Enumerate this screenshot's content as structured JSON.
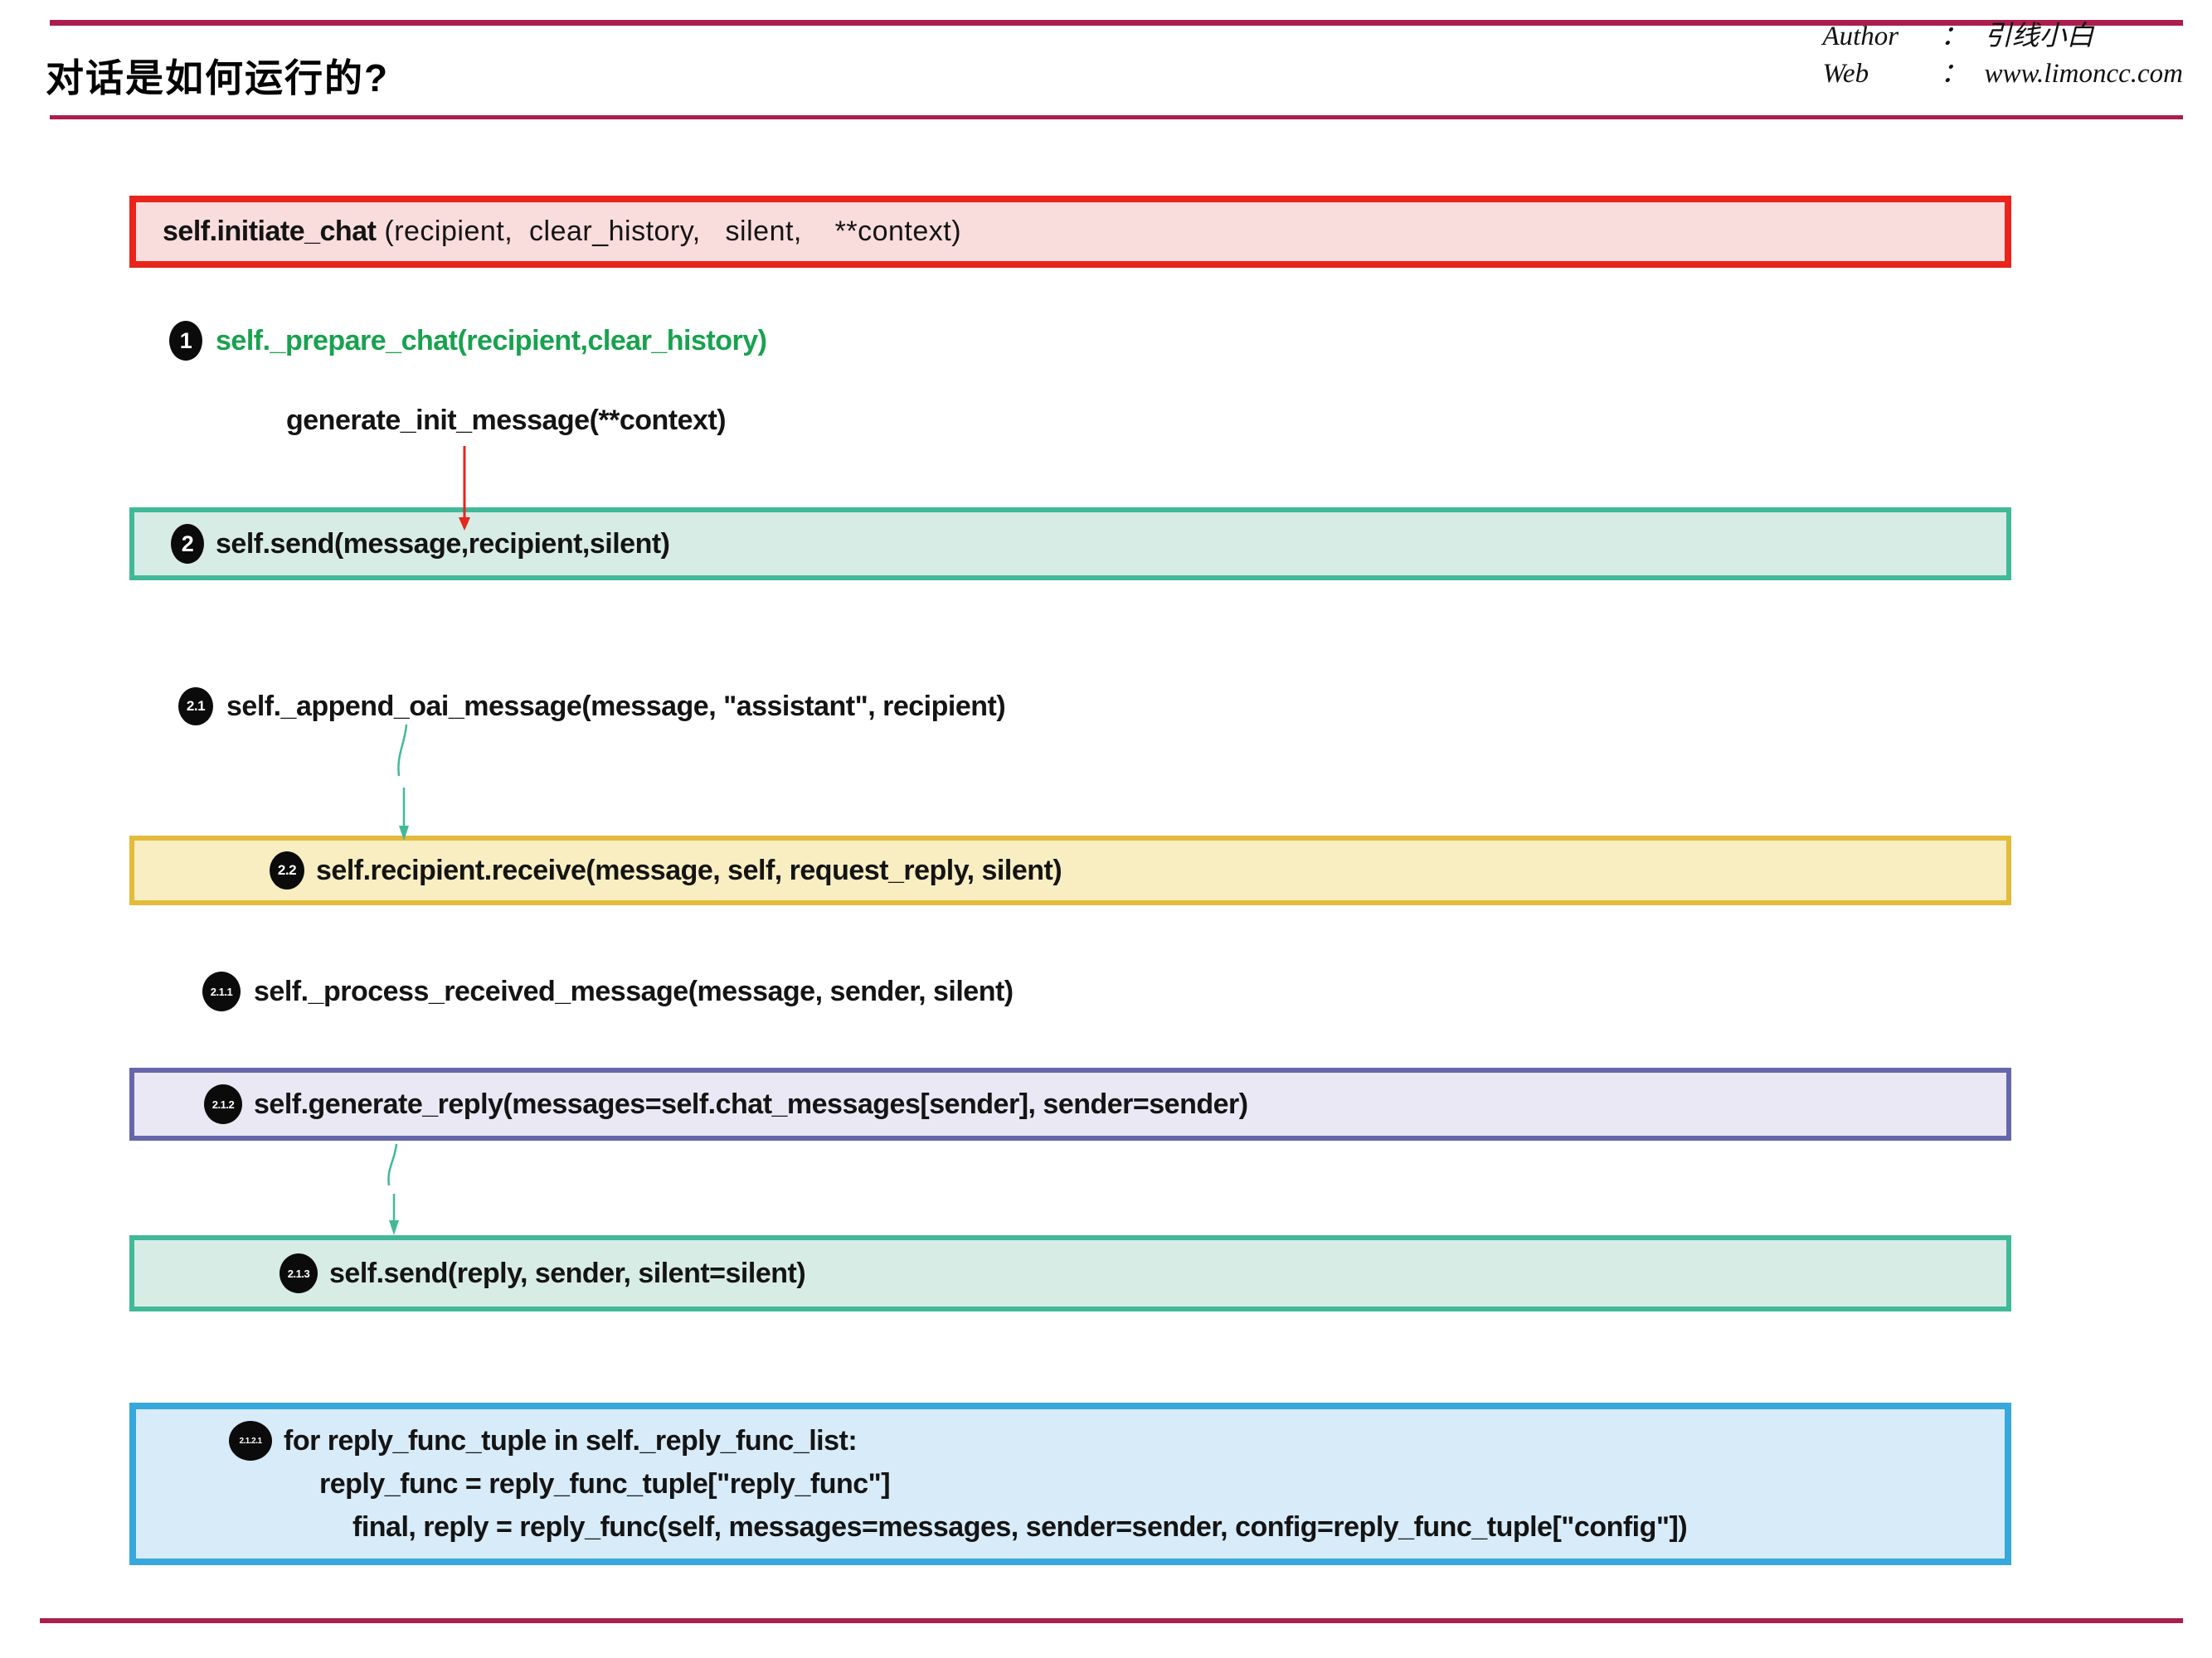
{
  "header": {
    "title": "对话是如何运行的?",
    "author_label": "Author",
    "author_colon": "：",
    "author_value": "引线小白",
    "web_label": "Web",
    "web_colon": "：",
    "web_value": "www.limoncc.com"
  },
  "flow": {
    "initiate_chat": {
      "bold_part": "self.initiate_chat",
      "rest_part": " (recipient,  clear_history,   silent,    **context)"
    },
    "step1": {
      "badge": "1",
      "text": "self._prepare_chat(recipient,clear_history)"
    },
    "gen_init": "generate_init_message(**context)",
    "step2": {
      "badge": "2",
      "text": "self.send(message,recipient,silent)"
    },
    "step2_1": {
      "badge": "2.1",
      "text": "self._append_oai_message(message, \"assistant\", recipient)"
    },
    "step2_2": {
      "badge": "2.2",
      "text": "self.recipient.receive(message, self, request_reply, silent)"
    },
    "step2_1_1": {
      "badge": "2.1.1",
      "text": "self._process_received_message(message, sender, silent)"
    },
    "step2_1_2": {
      "badge": "2.1.2",
      "text": "self.generate_reply(messages=self.chat_messages[sender], sender=sender)"
    },
    "step2_1_3": {
      "badge": "2.1.3",
      "text": "self.send(reply, sender, silent=silent)"
    },
    "step2_1_2_1": {
      "badge": "2.1.2.1",
      "lines": [
        "for reply_func_tuple in self._reply_func_list:",
        "reply_func = reply_func_tuple[\"reply_func\"]",
        "final, reply = reply_func(self, messages=messages, sender=sender, config=reply_func_tuple[\"config\"])"
      ]
    }
  },
  "colors": {
    "rule_crimson": "#AC1E4C",
    "red_border": "#E8241C",
    "red_bg": "#F9DCDC",
    "teal_border": "#41B998",
    "teal_bg": "#D8ECE6",
    "yellow_border": "#E3BB3A",
    "yellow_bg": "#F8EEC1",
    "purple_border": "#6567AC",
    "purple_bg": "#EBE8F5",
    "blue_border": "#36A8DC",
    "blue_bg": "#D7EBF8",
    "green_step_text": "#18A24F",
    "arrow_red": "#E8241C",
    "arrow_teal": "#41B998"
  }
}
